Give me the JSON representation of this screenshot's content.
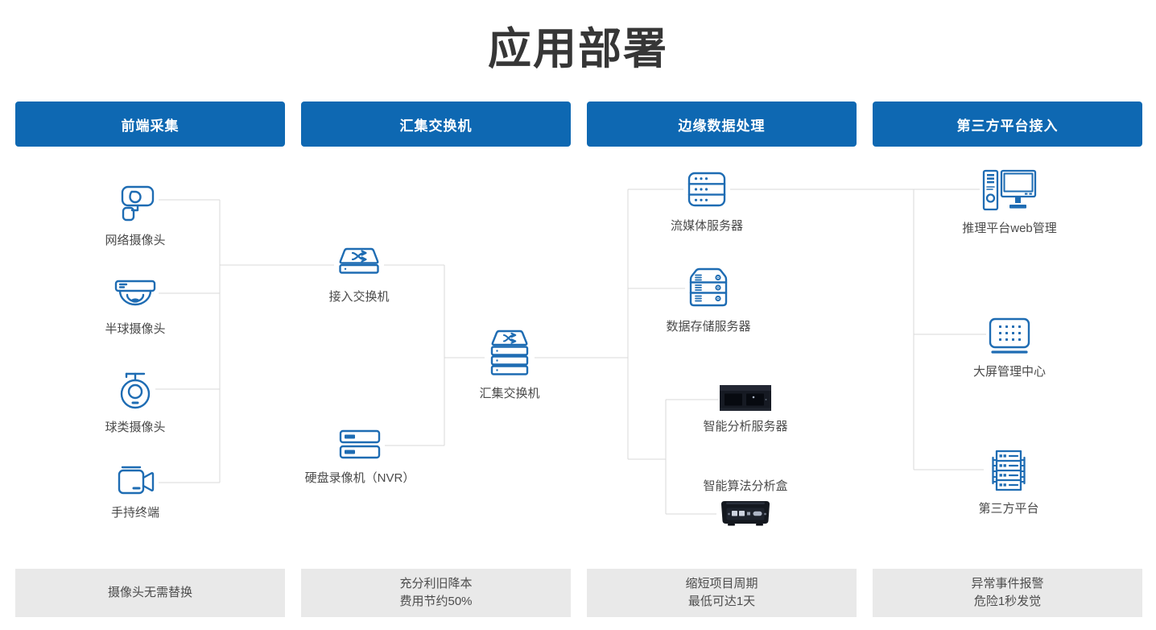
{
  "title": "应用部署",
  "colors": {
    "primary_blue": "#0e68b2",
    "icon_blue": "#1e6cb3",
    "connector_gray": "#d9d9d9",
    "footer_bg": "#e9e9e9",
    "title_text": "#363636",
    "label_text": "#4a4a4a"
  },
  "headers": [
    {
      "label": "前端采集"
    },
    {
      "label": "汇集交换机"
    },
    {
      "label": "边缘数据处理"
    },
    {
      "label": "第三方平台接入"
    }
  ],
  "nodes": {
    "network_camera": {
      "label": "网络摄像头",
      "icon": "bullet-camera-icon"
    },
    "dome_camera": {
      "label": "半球摄像头",
      "icon": "dome-camera-icon"
    },
    "ball_camera": {
      "label": "球类摄像头",
      "icon": "ptz-ball-camera-icon"
    },
    "handheld_terminal": {
      "label": "手持终端",
      "icon": "video-camera-icon"
    },
    "access_switch": {
      "label": "接入交换机",
      "icon": "switch-icon"
    },
    "nvr": {
      "label": "硬盘录像机（NVR）",
      "icon": "nvr-icon"
    },
    "aggregation_switch": {
      "label": "汇集交换机",
      "icon": "stacked-switch-icon"
    },
    "streaming_server": {
      "label": "流媒体服务器",
      "icon": "server-icon"
    },
    "storage_server": {
      "label": "数据存储服务器",
      "icon": "storage-server-icon"
    },
    "analysis_server": {
      "label": "智能分析服务器",
      "icon": "rack-server-photo"
    },
    "algorithm_box": {
      "label": "智能算法分析盒",
      "icon": "edge-box-photo"
    },
    "inference_web": {
      "label": "推理平台web管理",
      "icon": "desktop-computer-icon"
    },
    "big_screen": {
      "label": "大屏管理中心",
      "icon": "led-wall-icon"
    },
    "third_party": {
      "label": "第三方平台",
      "icon": "platform-rack-icon"
    }
  },
  "footers": [
    {
      "lines": [
        "摄像头无需替换"
      ]
    },
    {
      "lines": [
        "充分利旧降本",
        "费用节约50%"
      ]
    },
    {
      "lines": [
        "缩短项目周期",
        "最低可达1天"
      ]
    },
    {
      "lines": [
        "异常事件报警",
        "危险1秒发觉"
      ]
    }
  ],
  "edges": [
    "network_camera->access_switch",
    "dome_camera->access_switch",
    "ball_camera->access_switch",
    "handheld_terminal->access_switch",
    "access_switch->aggregation_switch",
    "nvr->aggregation_switch",
    "aggregation_switch->streaming_server",
    "aggregation_switch->storage_server",
    "aggregation_switch->analysis_server",
    "aggregation_switch->algorithm_box",
    "streaming_server->inference_web",
    "streaming_server->big_screen",
    "streaming_server->third_party"
  ]
}
